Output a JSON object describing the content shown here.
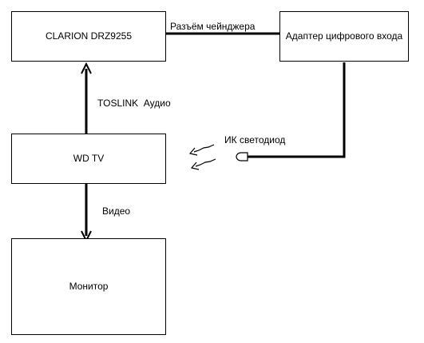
{
  "blocks": {
    "head_unit": "CLARION DRZ9255",
    "adapter": "Адаптер цифрового входа",
    "player": "WD TV",
    "monitor": "Монитор"
  },
  "links": {
    "changer": "Разъём чейнджера",
    "audio": "TOSLINK  Аудио",
    "ir": "ИК светодиод",
    "video": "Видео"
  },
  "colors": {
    "stroke": "#000000",
    "background": "#ffffff"
  }
}
